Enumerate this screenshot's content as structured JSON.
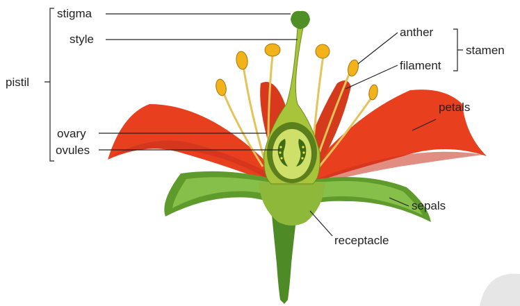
{
  "labels": {
    "stigma": "stigma",
    "style": "style",
    "pistil": "pistil",
    "ovary": "ovary",
    "ovules": "ovules",
    "anther": "anther",
    "filament": "filament",
    "stamen": "stamen",
    "petals": "petals",
    "sepals": "sepals",
    "receptacle": "receptacle"
  },
  "colors": {
    "petal": "#e8401f",
    "petal_dark": "#b8281a",
    "sepal": "#5f9a2c",
    "sepal_light": "#86c04a",
    "pistil": "#a7c43a",
    "ovary_inner": "#5a7f1c",
    "anther": "#f2b21a",
    "filament": "#e6c35a",
    "stem": "#4e8a25"
  }
}
